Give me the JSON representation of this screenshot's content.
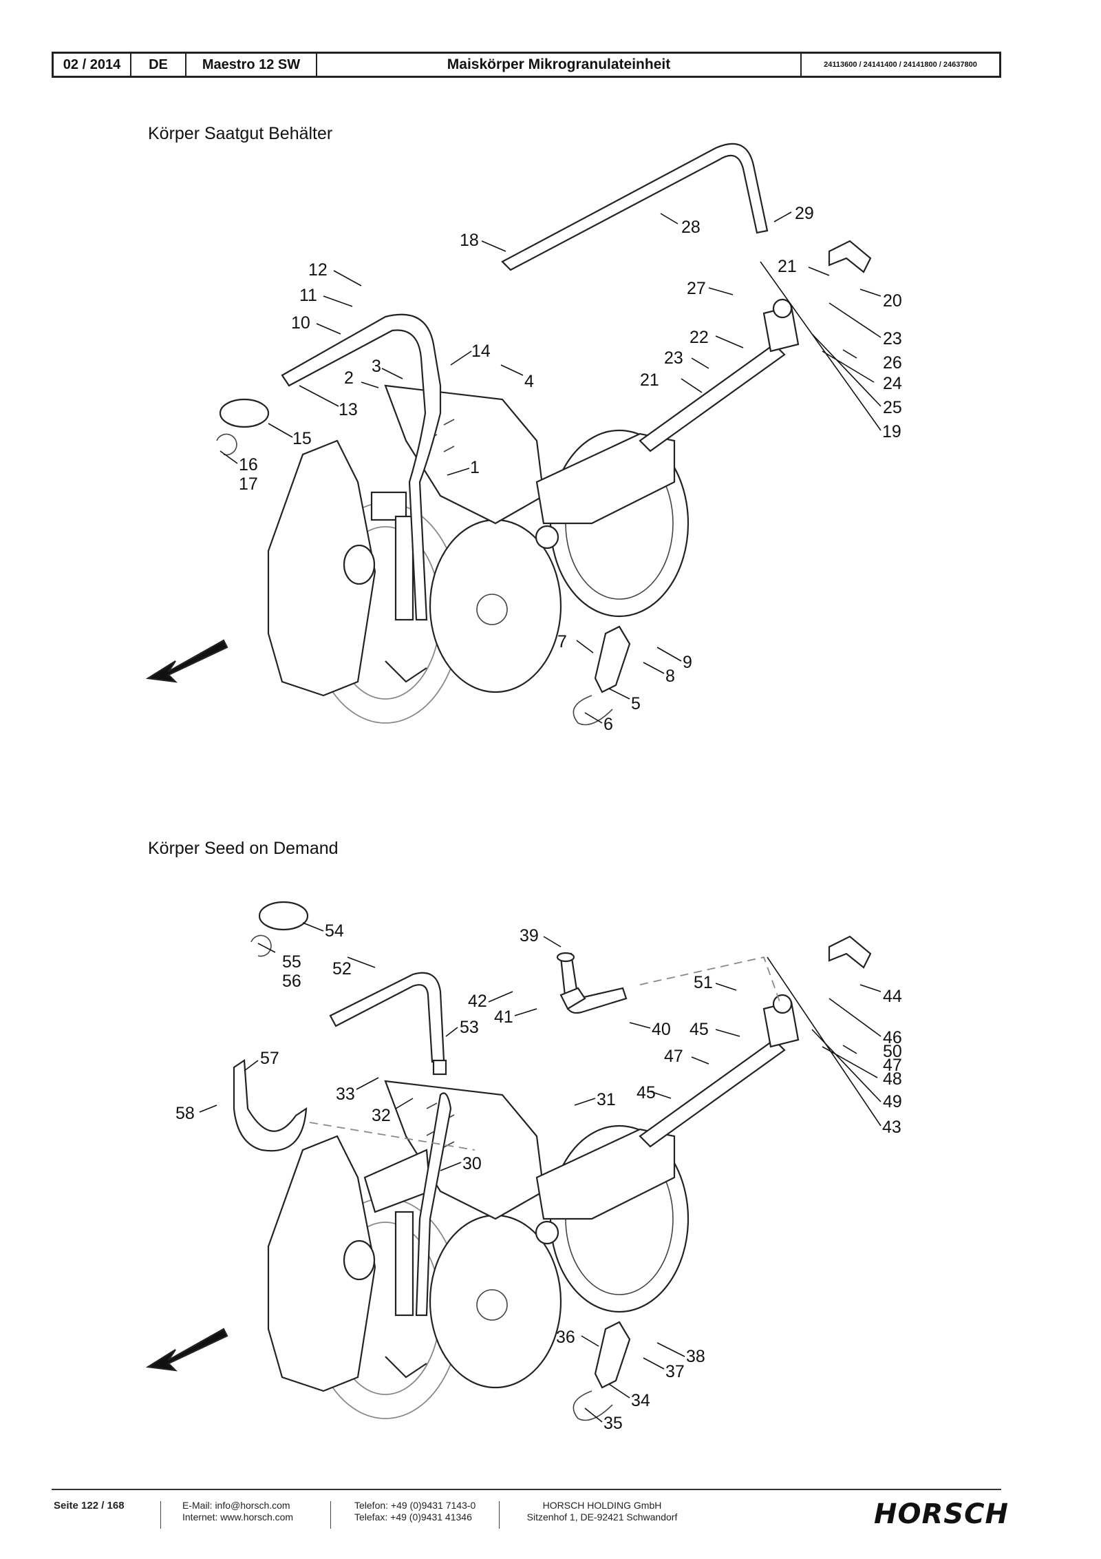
{
  "header": {
    "date": "02 / 2014",
    "lang": "DE",
    "model": "Maestro 12 SW",
    "title": "Maiskörper Mikrogranulateinheit",
    "part_numbers": "24113600 / 24141400 / 24141800 / 24637800"
  },
  "section1": {
    "title": "Körper Saatgut Behälter",
    "callouts": [
      "1",
      "2",
      "3",
      "4",
      "5",
      "6",
      "7",
      "8",
      "9",
      "10",
      "11",
      "12",
      "13",
      "14",
      "15",
      "16",
      "17",
      "18",
      "19",
      "20",
      "21",
      "21",
      "22",
      "23",
      "23",
      "24",
      "25",
      "26",
      "27",
      "28",
      "29"
    ]
  },
  "section2": {
    "title": "Körper Seed on Demand",
    "callouts": [
      "30",
      "31",
      "32",
      "33",
      "34",
      "35",
      "36",
      "37",
      "38",
      "39",
      "40",
      "41",
      "42",
      "43",
      "44",
      "45",
      "45",
      "46",
      "47",
      "47",
      "48",
      "49",
      "50",
      "51",
      "52",
      "53",
      "54",
      "55",
      "56",
      "57",
      "58"
    ]
  },
  "footer": {
    "page": "Seite 122 / 168",
    "email": "E-Mail: info@horsch.com",
    "internet": "Internet: www.horsch.com",
    "phone": "Telefon: +49 (0)9431 7143-0",
    "fax": "Telefax: +49 (0)9431 41346",
    "company": "HORSCH HOLDING GmbH",
    "address": "Sitzenhof 1, DE-92421 Schwandorf",
    "logo": "HORSCH"
  }
}
